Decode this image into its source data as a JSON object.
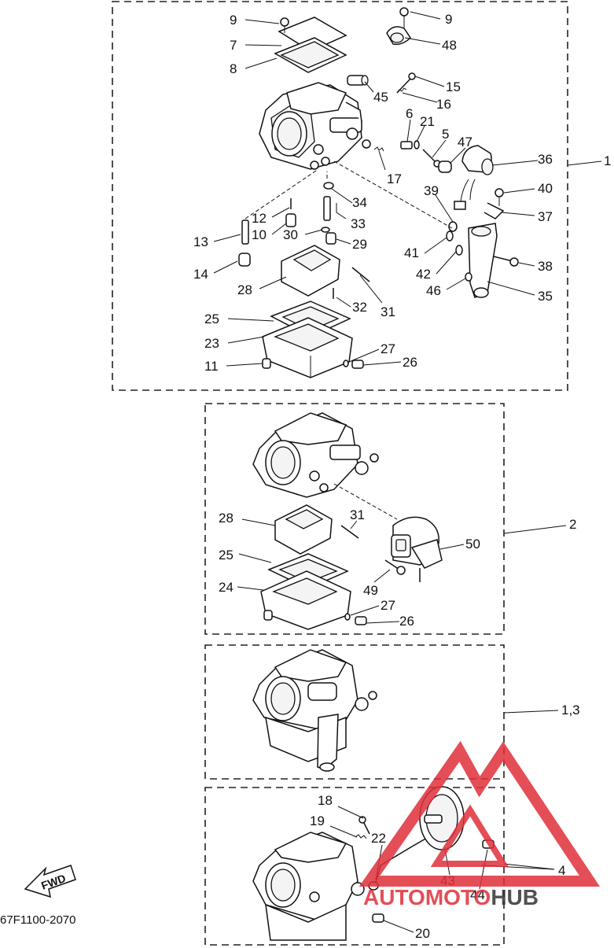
{
  "diagram_code": "67F1100-2070",
  "fwd_label": "FWD",
  "watermark": {
    "text_a": "AUTO",
    "text_b": "MOTO",
    "text_c": "HUB",
    "color_a": "#e0303a",
    "color_b": "#333333"
  },
  "callouts": {
    "c9a": "9",
    "c9b": "9",
    "c7": "7",
    "c48": "48",
    "c8": "8",
    "c15": "15",
    "c45": "45",
    "c16": "16",
    "c6": "6",
    "c21": "21",
    "c5": "5",
    "c47": "47",
    "c36": "36",
    "c1": "1",
    "c17": "17",
    "c39": "39",
    "c40": "40",
    "c34": "34",
    "c12": "12",
    "c33": "33",
    "c37": "37",
    "c10": "10",
    "c30": "30",
    "c29": "29",
    "c13": "13",
    "c41": "41",
    "c38": "38",
    "c42": "42",
    "c14": "14",
    "c46": "46",
    "c35": "35",
    "c28": "28",
    "c32": "32",
    "c31": "31",
    "c25": "25",
    "c23": "23",
    "c27": "27",
    "c11": "11",
    "c26": "26",
    "g2": "2",
    "g2c28": "28",
    "g2c31": "31",
    "g2c50": "50",
    "g2c25": "25",
    "g2c24": "24",
    "g2c49": "49",
    "g2c27": "27",
    "g2c26": "26",
    "g3": "1,3",
    "g4c18": "18",
    "g4c19": "19",
    "g4c22": "22",
    "g4": "4",
    "g4c43": "43",
    "g4c44": "44",
    "g4c20": "20"
  }
}
